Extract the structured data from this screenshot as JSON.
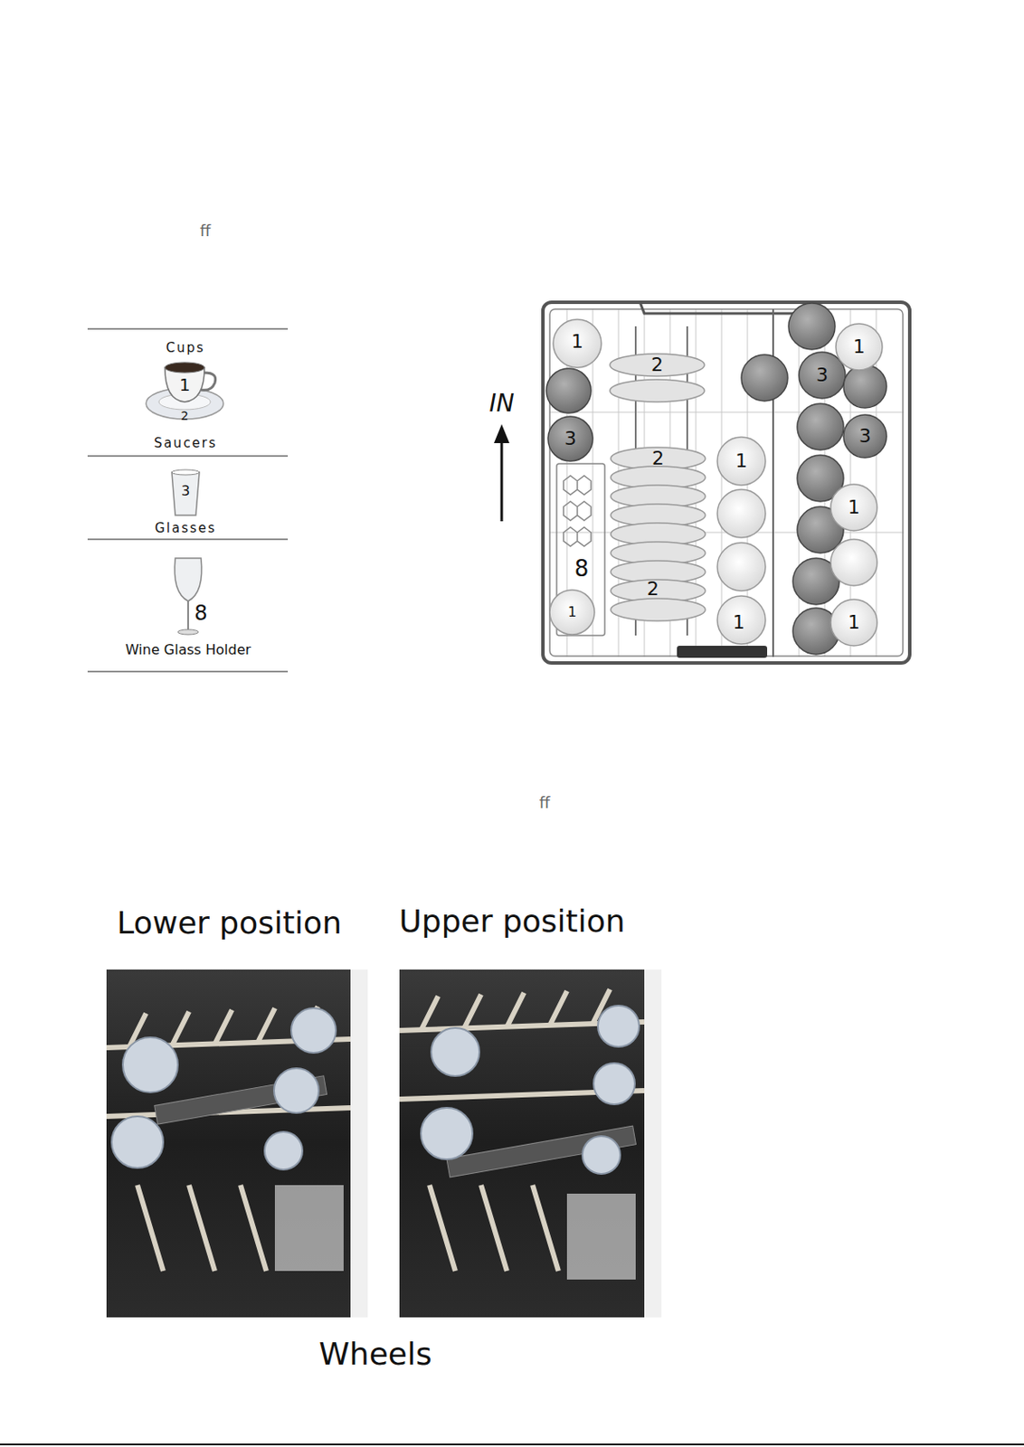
{
  "diagram": {
    "labels": [
      "ff",
      "Cups",
      "1",
      "2",
      "Saucers",
      "3",
      "Glasses",
      "8",
      "Wine Glass Holder",
      "IN",
      "1",
      "2",
      "3",
      "1",
      "3",
      "2",
      "1",
      "3",
      "1",
      "8",
      "1",
      "2",
      "1",
      "1",
      "ff",
      "Lower position",
      "Upper position",
      "Wheels"
    ]
  }
}
